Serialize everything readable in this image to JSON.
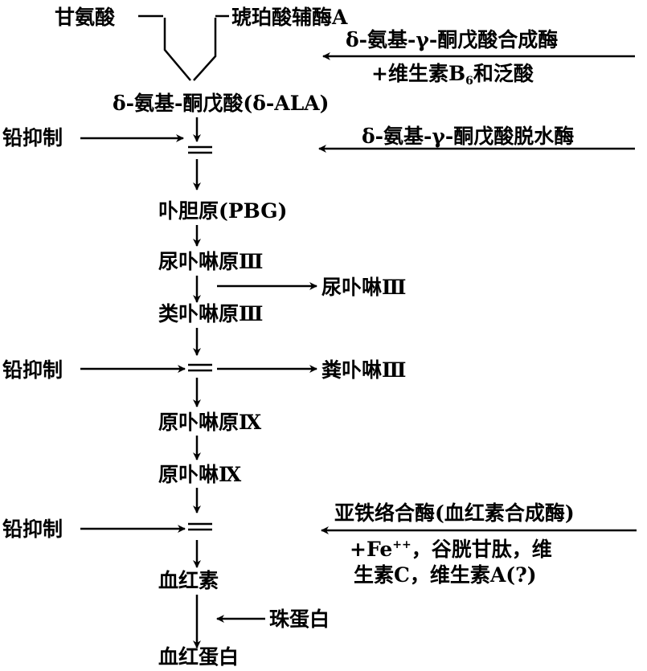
{
  "title": "血红素生物合成途径",
  "substrates": {
    "glycine": "甘氨酸",
    "succinyl_coa": "琥珀酸辅酶A"
  },
  "intermediates": {
    "ala": "δ-氨基-酮戊酸(δ-ALA)",
    "pbg": "卟胆原(PBG)",
    "uroporphyrinogen": "尿卟啉原Ⅲ",
    "coproporphyrinogen": "类卟啉原Ⅲ",
    "protoporphyrinogen": "原卟啉原Ⅸ",
    "protoporphyrin": "原卟啉Ⅸ",
    "heme": "血红素",
    "hemoglobin": "血红蛋白"
  },
  "side_products": {
    "uroporphyrin": "尿卟啉Ⅲ",
    "coproporphyrin": "粪卟啉Ⅲ"
  },
  "lead_inhibition_label": "铅抑制",
  "enzymes": {
    "ala_synthase": {
      "name": "δ-氨基-γ-酮戊酸合成酶",
      "cofactor_pre": "+维生素B",
      "cofactor_sub": "6",
      "cofactor_post": "和泛酸"
    },
    "ala_dehydratase": {
      "name": "δ-氨基-γ-酮戊酸脱水酶"
    },
    "ferrochelatase": {
      "name": "亚铁络合酶(血红素合成酶)",
      "line1_pre": "+Fe",
      "line1_sup": "++",
      "line1_post": "，谷胱甘肽，维",
      "line2": "生素C，维生素A(?)"
    }
  },
  "globin": "珠蛋白"
}
